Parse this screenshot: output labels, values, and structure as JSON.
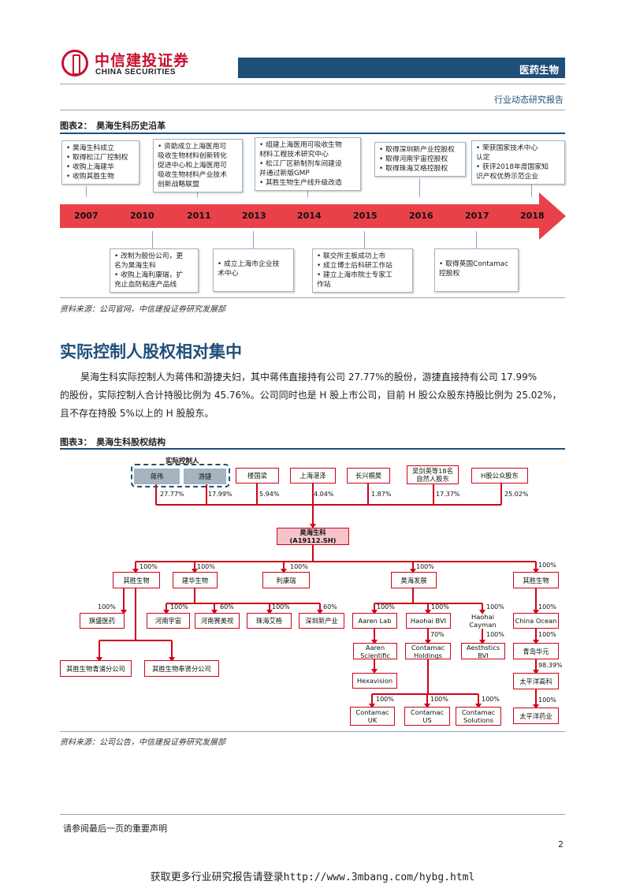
{
  "header": {
    "logo_cn": "中信建投证券",
    "logo_en": "CHINA SECURITIES",
    "sector": "医药生物",
    "report_type": "行业动态研究报告",
    "colors": {
      "brand_red": "#c8102e",
      "navy": "#1f4e79",
      "timeline_red": "#e8414a"
    }
  },
  "fig2": {
    "title": "图表2：　昊海生科历史沿革",
    "years": [
      "2007",
      "2010",
      "2011",
      "2013",
      "2014",
      "2015",
      "2016",
      "2017",
      "2018"
    ],
    "top_events": [
      {
        "year": "2007",
        "lines": [
          "• 昊海生科成立",
          "• 取得松江厂控制权",
          "• 收购上海建华",
          "• 收购其胜生物"
        ]
      },
      {
        "year": "2011",
        "lines": [
          "• 资助成立上海医用可",
          "吸收生物材料创新转化",
          "促进中心和上海医用可",
          "吸收生物材料产业技术",
          "创新战略联盟"
        ]
      },
      {
        "year": "2014",
        "lines": [
          "• 组建上海医用可吸收生物",
          "材料工程技术研究中心",
          "• 松江厂区新制剂车间建设",
          "并通过新版GMP",
          "• 其胜生物生产线升级改造"
        ]
      },
      {
        "year": "2016",
        "lines": [
          "• 取得深圳新产业控股权",
          "• 取得河南宇宙控股权",
          "• 取得珠海艾格控股权"
        ]
      },
      {
        "year": "2018",
        "lines": [
          "• 荣获国家技术中心",
          "认定",
          "• 获评2018年度国家知",
          "识产权优势示范企业"
        ]
      }
    ],
    "bottom_events": [
      {
        "year": "2010",
        "lines": [
          "• 改制为股份公司，更",
          "名为昊海生科",
          "• 收购上海利康瑞，扩",
          "充止血防粘连产品线"
        ]
      },
      {
        "year": "2013",
        "lines": [
          "• 成立上海市企业技",
          "术中心"
        ]
      },
      {
        "year": "2015",
        "lines": [
          "• 联交所主板成功上市",
          "• 成立博士后科研工作站",
          "• 建立上海市院士专家工",
          "作站"
        ]
      },
      {
        "year": "2017",
        "lines": [
          "• 取得英国Contamac",
          "控股权"
        ]
      }
    ],
    "source": "资料来源：公司官网，中信建投证券研究发展部"
  },
  "section": {
    "title": "实际控制人股权相对集中",
    "paragraph_lines": [
      "昊海生科实际控制人为蒋伟和游捷夫妇，其中蒋伟直接持有公司 27.77%的股份，游捷直接持有公司 17.99%",
      "的股份，实际控制人合计持股比例为 45.76%。公司同时也是 H 股上市公司，目前 H 股公众股东持股比例为 25.02%，",
      "且不存在持股 5%以上的 H 股股东。"
    ]
  },
  "fig3": {
    "title": "图表3：　昊海生科股权结构",
    "controller_label": "实际控制人",
    "shareholders": [
      {
        "name": "蒋伟",
        "pct": "27.77%"
      },
      {
        "name": "游捷",
        "pct": "17.99%"
      },
      {
        "name": "楼国梁",
        "pct": "5.94%"
      },
      {
        "name": "上海湛泽",
        "pct": "4.04%"
      },
      {
        "name": "长兴桐昊",
        "pct": "1.87%"
      },
      {
        "name": "吴剑英等18名自然人股东",
        "pct": "17.37%"
      },
      {
        "name": "H股公众股东",
        "pct": "25.02%"
      }
    ],
    "company": {
      "name": "昊海生科",
      "code": "(A19112.SH)"
    },
    "level1": [
      {
        "name": "其胜生物",
        "pct": "100%"
      },
      {
        "name": "建华生物",
        "pct": "100%"
      },
      {
        "name": "利康瑞",
        "pct": "100%"
      },
      {
        "name": "昊海发展",
        "pct": "100%"
      },
      {
        "name": "其胜生物",
        "pct": "100%"
      }
    ],
    "qisheng_subs": [
      {
        "name": "旗盛医药",
        "pct": "100%"
      },
      {
        "name": "其胜生物青浦分公司",
        "pct": ""
      },
      {
        "name": "其胜生物奉贤分公司",
        "pct": ""
      }
    ],
    "haohai_subs": [
      {
        "name": "河南宇宙",
        "pct": "100%"
      },
      {
        "name": "河南赛美视",
        "pct": "60%"
      },
      {
        "name": "珠海艾格",
        "pct": "100%"
      },
      {
        "name": "深圳新产业",
        "pct": "60%"
      },
      {
        "name": "Aaren Lab",
        "pct": "100%"
      },
      {
        "name": "Haohai BVI",
        "pct": "100%"
      },
      {
        "name": "Haohai Cayman",
        "pct": "100%"
      },
      {
        "name": "China Ocean",
        "pct": "100%"
      }
    ],
    "level3": [
      {
        "name": "Aaren Scientific",
        "pct": ""
      },
      {
        "name": "Contamac Holdings",
        "pct": "70%"
      },
      {
        "name": "Aesthstics BVI",
        "pct": "100%"
      },
      {
        "name": "青岛华元",
        "pct": "100%"
      }
    ],
    "level4": [
      {
        "name": "Hexavision",
        "pct": ""
      },
      {
        "name": "太平洋高科",
        "pct": "98.39%"
      }
    ],
    "level5": [
      {
        "name": "Contamac UK",
        "pct": "100%"
      },
      {
        "name": "Contamac US",
        "pct": "100%"
      },
      {
        "name": "Contamac Solutions",
        "pct": "100%"
      },
      {
        "name": "太平洋药业",
        "pct": "100%"
      }
    ],
    "source": "资料来源：公司公告，中信建投证券研究发展部"
  },
  "footer": {
    "disclaimer": "请参阅最后一页的重要声明",
    "page": "2",
    "promo": "获取更多行业研究报告请登录http://www.3mbang.com/hybg.html"
  }
}
